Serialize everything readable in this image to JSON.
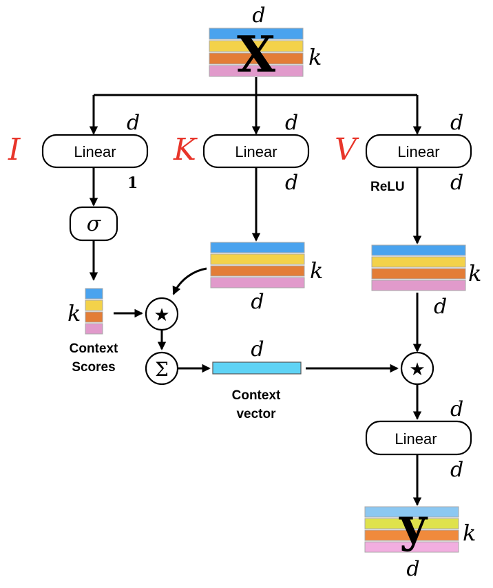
{
  "colors": {
    "blue": "#4aa3ee",
    "yellow": "#f3d24a",
    "orange": "#e37d37",
    "pink": "#e19acb",
    "context_vector": "#5fd3f5",
    "out_blue": "#8cc8f2",
    "out_yellow": "#dfe24c",
    "out_orange": "#f08a3c",
    "out_pink": "#f2aee0",
    "script_red": "#e8352a"
  },
  "input": {
    "symbol": "X",
    "width_label": "d",
    "height_label": "k"
  },
  "branches": {
    "i": {
      "symbol": "I",
      "box_label": "Linear",
      "in_dim": "d",
      "out_dim": "1"
    },
    "k": {
      "symbol": "K",
      "box_label": "Linear",
      "in_dim": "d",
      "out_dim": "d"
    },
    "v": {
      "symbol": "V",
      "box_label": "Linear",
      "in_dim": "d",
      "activation": "ReLU",
      "out_dim": "d"
    }
  },
  "sigma": {
    "symbol": "σ"
  },
  "context_scores": {
    "height_label": "k",
    "label_line1": "Context",
    "label_line2": "Scores"
  },
  "key_matrix": {
    "height_label": "k",
    "width_label": "d"
  },
  "value_matrix": {
    "height_label": "k",
    "width_label": "d"
  },
  "ops": {
    "star1": "★",
    "sum": "Σ",
    "star2": "★"
  },
  "context_vector": {
    "width_label": "d",
    "label_line1": "Context",
    "label_line2": "vector"
  },
  "final_linear": {
    "box_label": "Linear",
    "in_dim": "d",
    "out_dim": "d"
  },
  "output": {
    "symbol": "y",
    "height_label": "k",
    "width_label": "d"
  }
}
